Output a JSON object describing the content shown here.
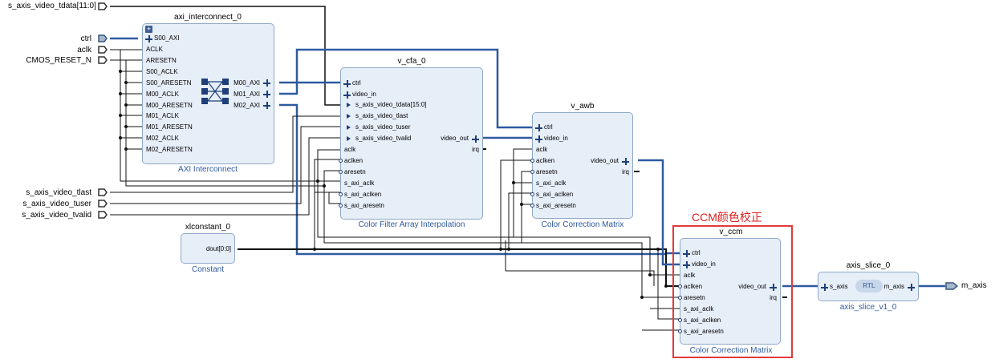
{
  "external_ports": {
    "s_axis_video_tdata": "s_axis_video_tdata[11:0]",
    "ctrl": "ctrl",
    "aclk": "aclk",
    "cmos_reset_n": "CMOS_RESET_N",
    "s_axis_video_tlast": "s_axis_video_tlast",
    "s_axis_video_tuser": "s_axis_video_tuser",
    "s_axis_video_tvalid": "s_axis_video_tvalid",
    "m_axis": "m_axis"
  },
  "blocks": {
    "axi_interconnect": {
      "instance": "axi_interconnect_0",
      "subtitle": "AXI Interconnect",
      "left_pins": [
        "S00_AXI",
        "ACLK",
        "ARESETN",
        "S00_ACLK",
        "S00_ARESETN",
        "M00_ACLK",
        "M00_ARESETN",
        "M01_ACLK",
        "M01_ARESETN",
        "M02_ACLK",
        "M02_ARESETN"
      ],
      "right_pins": [
        "M00_AXI",
        "M01_AXI",
        "M02_AXI"
      ]
    },
    "v_cfa": {
      "instance": "v_cfa_0",
      "subtitle": "Color Filter Array Interpolation",
      "left_pins": [
        "ctrl",
        "video_in",
        "s_axis_video_tdata[15:0]",
        "s_axis_video_tlast",
        "s_axis_video_tuser",
        "s_axis_video_tvalid",
        "aclk",
        "aclken",
        "aresetn",
        "s_axi_aclk",
        "s_axi_aclken",
        "s_axi_aresetn"
      ],
      "right_pins": [
        "video_out",
        "irq"
      ]
    },
    "v_awb": {
      "instance": "v_awb",
      "subtitle": "Color Correction Matrix",
      "left_pins": [
        "ctrl",
        "video_in",
        "aclk",
        "aclken",
        "aresetn",
        "s_axi_aclk",
        "s_axi_aclken",
        "s_axi_aresetn"
      ],
      "right_pins": [
        "video_out",
        "irq"
      ]
    },
    "xlconstant": {
      "instance": "xlconstant_0",
      "subtitle": "Constant",
      "right_pins": [
        "dout[0:0]"
      ]
    },
    "v_ccm": {
      "instance": "v_ccm",
      "subtitle": "Color Correction Matrix",
      "left_pins": [
        "ctrl",
        "video_in",
        "aclk",
        "aclken",
        "aresetn",
        "s_axi_aclk",
        "s_axi_aclken",
        "s_axi_aresetn"
      ],
      "right_pins": [
        "video_out",
        "irq"
      ]
    },
    "axis_slice": {
      "instance": "axis_slice_0",
      "subtitle": "axis_slice_v1_0",
      "left_pins": [
        "s_axis"
      ],
      "right_pins": [
        "m_axis"
      ],
      "badge": "RTL"
    }
  },
  "annotation": {
    "label": "CCM颜色校正",
    "color": "#e02020"
  },
  "colors": {
    "wire": "#000000",
    "bus": "#2e5aa0",
    "block_fill": "#e6eef8",
    "block_border": "#8fa9c8"
  }
}
